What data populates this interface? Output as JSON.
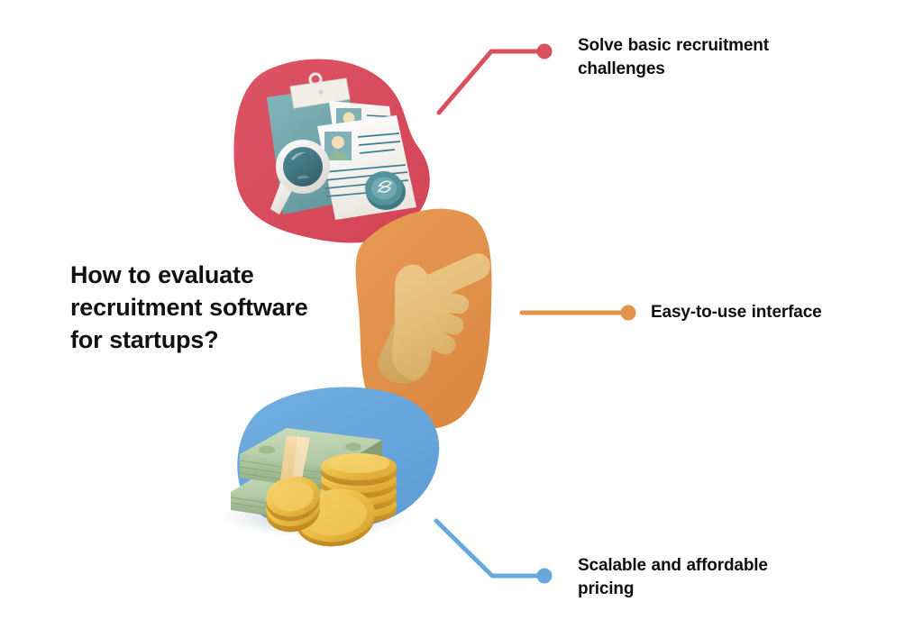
{
  "infographic": {
    "title": "How to evaluate\nrecruitment software\nfor startups?",
    "background_color": "#ffffff",
    "callouts": [
      {
        "id": "solve-basic-recruitment-challenges",
        "label": "Solve basic recruitment\nchallenges",
        "color": "#D9505F",
        "illustration": "resume-documents-magnifier"
      },
      {
        "id": "easy-to-use-interface",
        "label": "Easy-to-use interface",
        "color": "#E3934C",
        "illustration": "pointing-hand"
      },
      {
        "id": "scalable-and-affordable-pricing",
        "label": "Scalable and affordable\npricing",
        "color": "#69A8DD",
        "illustration": "cash-and-coins"
      }
    ],
    "palette": {
      "red": "#D9505F",
      "orange": "#E3934C",
      "blue": "#69A8DD",
      "teal": "#6FA9AE",
      "paper": "#F4F2EE",
      "money_green": "#BCD3B0",
      "coin_gold": "#E9B73C",
      "text": "#100f0f"
    }
  }
}
